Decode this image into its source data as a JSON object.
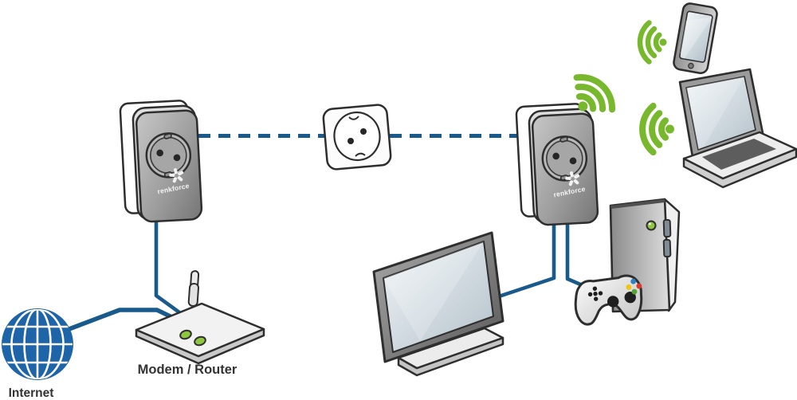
{
  "labels": {
    "internet": "Internet",
    "modem_router": "Modem / Router",
    "brand_left": "renkforce",
    "brand_right": "renkforce"
  },
  "colors": {
    "connection_blue": "#195a8d",
    "globe_blue": "#1d64a8",
    "wifi_green": "#77b82c",
    "led_green": "#8ec63f",
    "label_text": "#333333",
    "btn_blue": "#2e7fc2",
    "btn_yellow": "#f2c411",
    "btn_red": "#d93a2b",
    "btn_green": "#55a630"
  },
  "nodes": [
    {
      "name": "internet-globe",
      "label": "Internet"
    },
    {
      "name": "modem-router",
      "label": "Modem / Router"
    },
    {
      "name": "powerline-adapter-left",
      "label": "renkforce"
    },
    {
      "name": "wall-outlet"
    },
    {
      "name": "powerline-adapter-right",
      "label": "renkforce"
    },
    {
      "name": "tv"
    },
    {
      "name": "game-console"
    },
    {
      "name": "gamepad"
    },
    {
      "name": "smartphone"
    },
    {
      "name": "laptop"
    }
  ],
  "connections": [
    {
      "from": "internet-globe",
      "to": "modem-router",
      "style": "solid"
    },
    {
      "from": "modem-router",
      "to": "powerline-adapter-left",
      "style": "solid"
    },
    {
      "from": "powerline-adapter-left",
      "to": "wall-outlet",
      "style": "dashed"
    },
    {
      "from": "wall-outlet",
      "to": "powerline-adapter-right",
      "style": "dashed"
    },
    {
      "from": "powerline-adapter-right",
      "to": "tv",
      "style": "solid"
    },
    {
      "from": "powerline-adapter-right",
      "to": "game-console",
      "style": "solid"
    },
    {
      "from": "powerline-adapter-right",
      "to": "smartphone",
      "style": "wireless"
    },
    {
      "from": "powerline-adapter-right",
      "to": "laptop",
      "style": "wireless"
    }
  ]
}
